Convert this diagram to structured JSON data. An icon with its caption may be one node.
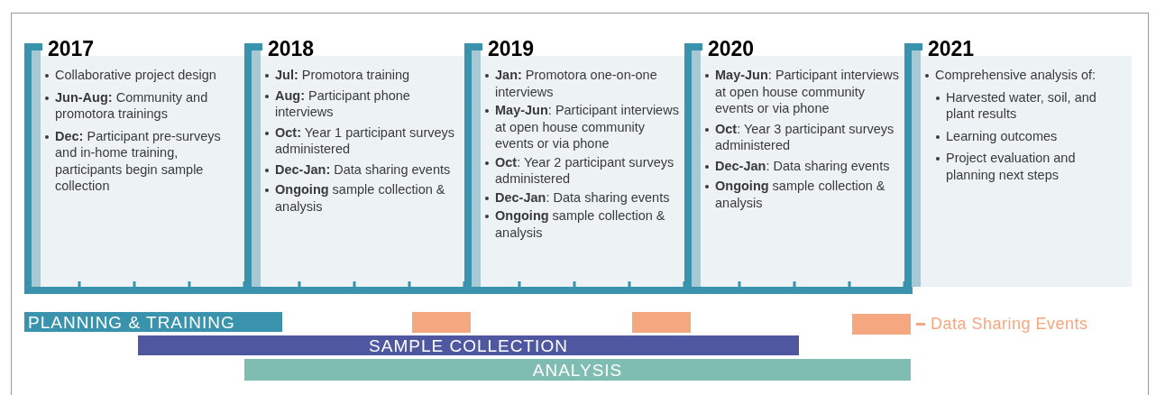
{
  "diagram": {
    "nodes": [
      {
        "text": [
          "2017",
          "Collaborative project design",
          "**Jun-Aug:** Community and promotora trainings",
          "**Dec:** Participant pre-surveys and in-home training, participants begin sample collection"
        ]
      },
      {
        "text": [
          "2018",
          "**Jul:** Promotora training",
          "**Aug:** Participant phone interviews",
          "**Oct:** Year 1 participant surveys administered",
          "**Dec-Jan:** Data sharing events",
          "**Ongoing** sample collection & analysis"
        ]
      },
      {
        "text": [
          "2019",
          "**Jan:** Promotora one-on-one interviews",
          "**May-Jun**: Participant interviews at open house community events or via phone",
          "**Oct**: Year 2 participant surveys administered",
          "**Dec-Jan**: Data sharing events",
          "**Ongoing** sample collection & analysis"
        ]
      },
      {
        "text": [
          "2020",
          "**May-Jun**: Participant interviews at open house community events or via phone",
          "**Oct**: Year 3 participant surveys administered",
          "**Dec-Jan**: Data sharing events",
          "**Ongoing** sample collection & analysis"
        ]
      },
      {
        "text": [
          "2021",
          "Comprehensive analysis of:",
          "Harvested water, soil, and plant results",
          "Learning outcomes",
          "Project evaluation and planning next steps"
        ]
      },
      {
        "text": [
          "PLANNING & TRAINING"
        ]
      },
      {
        "text": [
          "SAMPLE COLLECTION"
        ]
      },
      {
        "text": [
          "ANALYSIS"
        ]
      },
      {
        "text": [],
        "shape": "bar"
      },
      {
        "text": [],
        "shape": "bar"
      }
    ],
    "legend": [
      {
        "text": "Data Sharing Events",
        "color": "#f5a77f"
      }
    ]
  }
}
